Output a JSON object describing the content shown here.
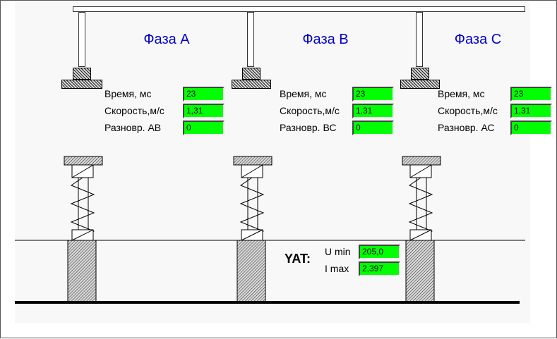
{
  "phases": [
    {
      "title": "Фаза А",
      "time_label": "Время, мс",
      "time_value": "23",
      "speed_label": "Скорость,м/с",
      "speed_value": "1,31",
      "imbalance_label": "Разновр. АВ",
      "imbalance_value": "0"
    },
    {
      "title": "Фаза В",
      "time_label": "Время, мс",
      "time_value": "23",
      "speed_label": "Скорость,м/с",
      "speed_value": "1,31",
      "imbalance_label": "Разновр. ВС",
      "imbalance_value": "0"
    },
    {
      "title": "Фаза С",
      "time_label": "Время, мс",
      "time_value": "23",
      "speed_label": "Скорость,м/с",
      "speed_value": "1,31",
      "imbalance_label": "Разновр. АС",
      "imbalance_value": "0"
    }
  ],
  "yat": {
    "title": "YAT:",
    "umin_label": "U min",
    "umin_value": "205,0",
    "imax_label": "I max",
    "imax_value": "2,397"
  },
  "colors": {
    "value_field": "#00ff00",
    "phase_title": "#0000cc"
  }
}
